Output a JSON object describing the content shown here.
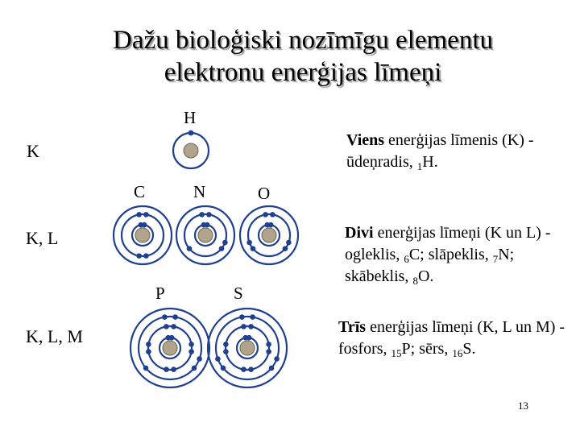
{
  "title": {
    "line1": "Dažu bioloģiski nozīmīgu elementu",
    "line2": "elektronu enerģijas līmeņi"
  },
  "row_labels": {
    "k": "K",
    "kl": "K, L",
    "klm": "K, L, M"
  },
  "element_labels": {
    "h": "H",
    "c": "C",
    "n": "N",
    "o": "O",
    "p": "P",
    "s": "S"
  },
  "descriptions": {
    "one": {
      "bold": "Viens",
      "text": "enerģijas līmenis (K) - ūdeņradis,",
      "sub1": "1",
      "sym1": "H."
    },
    "two": {
      "bold": "Divi",
      "text": "enerģijas līmeņi (K un L) - ogleklis,",
      "sub1": "6",
      "sym1": "C; slāpeklis,",
      "sub2": "7",
      "sym2": "N; skābeklis,",
      "sub3": "8",
      "sym3": "O."
    },
    "three": {
      "bold": "Trīs",
      "text": "enerģijas līmeņi (K, L un M) - fosfors,",
      "sub1": "15",
      "sym1": "P; sērs,",
      "sub2": "16",
      "sym2": "S."
    }
  },
  "page_number": "13",
  "colors": {
    "orbit": "#1f3f8f",
    "electron": "#1f3f8f",
    "nucleus_light": "#c8c0a8",
    "nucleus_dark": "#6f6552",
    "title_shadow": "#9a9a9a"
  }
}
